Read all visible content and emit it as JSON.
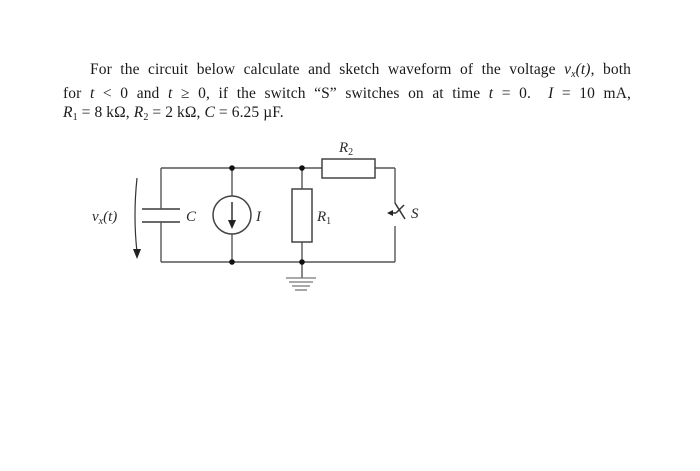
{
  "problem": {
    "line1": {
      "pre": "For the circuit below calculate and sketch waveform of the voltage ",
      "var": "v",
      "var_sub": "x",
      "var_arg": "(t)",
      "post": ", both"
    },
    "line2": {
      "a": "for ",
      "t1": "t",
      "b": " < 0 and ",
      "t2": "t",
      "c": " ≥ 0, if the switch “S” switches on at time ",
      "t3": "t",
      "d": " = 0.  ",
      "I": "I",
      "e": " = 10 mA,"
    },
    "line3": {
      "R1": "R",
      "R1_sub": "1",
      "a": " = 8 kΩ, ",
      "R2": "R",
      "R2_sub": "2",
      "b": " = 2 kΩ, ",
      "C": "C",
      "c": " = 6.25 µF."
    },
    "given": {
      "I": "10 mA",
      "R1": "8 kΩ",
      "R2": "2 kΩ",
      "C": "6.25 µF",
      "switch_time": "t = 0"
    }
  },
  "circuit": {
    "labels": {
      "vx": "v",
      "vx_sub": "x",
      "vx_arg": "(t)",
      "capacitor": "C",
      "current_source": "I",
      "resistor1": "R",
      "resistor1_sub": "1",
      "resistor2": "R",
      "resistor2_sub": "2",
      "switch": "S"
    },
    "colors": {
      "wire": "#555555",
      "node": "#111111"
    }
  }
}
